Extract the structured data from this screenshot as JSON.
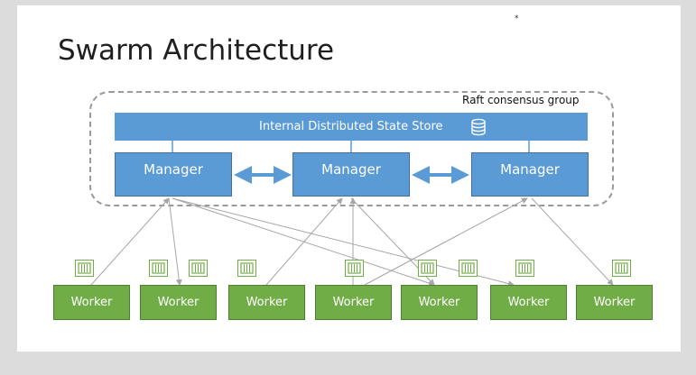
{
  "title": "Swarm Architecture",
  "decor_mark": "*",
  "raft_label": "Raft consensus group",
  "store_label": "Internal Distributed State Store",
  "managers": [
    "Manager",
    "Manager",
    "Manager"
  ],
  "workers": [
    "Worker",
    "Worker",
    "Worker",
    "Worker",
    "Worker",
    "Worker",
    "Worker"
  ],
  "colors": {
    "manager_fill": "#5b9bd5",
    "worker_fill": "#70ad47",
    "arrow": "#5b9bd5",
    "connector": "#a6a6a6"
  },
  "icons": {
    "store": "database-icon",
    "container": "container-icon"
  }
}
